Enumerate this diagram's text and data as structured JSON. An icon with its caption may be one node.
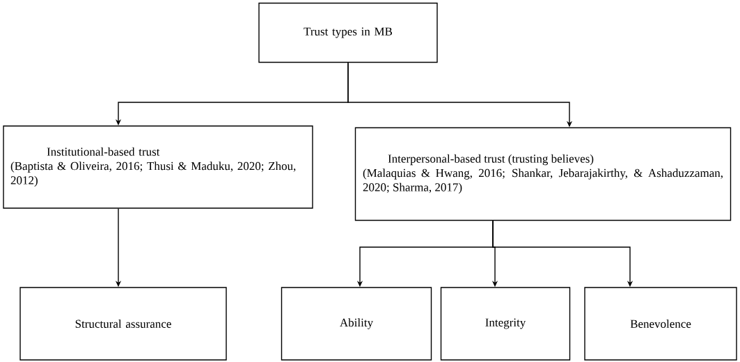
{
  "diagram": {
    "nodes": [
      {
        "text": [
          "Trust types in MB"
        ]
      },
      {
        "text": [
          "Institutional-based trust",
          "(Baptista & Oliveira, 2016; Thusi & Maduku, 2020; Zhou, 2012)"
        ]
      },
      {
        "text": [
          "Interpersonal-based trust (trusting believes)",
          "(Malaquias & Hwang, 2016; Shankar, Jebarajakirthy, & Ashaduzzaman, 2020; Sharma, 2017)"
        ]
      },
      {
        "text": [
          "Structural assurance"
        ]
      },
      {
        "text": [
          "Ability"
        ]
      },
      {
        "text": [
          "Integrity"
        ]
      },
      {
        "text": [
          "Benevolence"
        ]
      }
    ],
    "edges": [
      {
        "from": 0,
        "to": 1,
        "arrow": "to"
      },
      {
        "from": 0,
        "to": 2,
        "arrow": "to"
      },
      {
        "from": 1,
        "to": 3,
        "arrow": "to"
      },
      {
        "from": 2,
        "to": 4,
        "arrow": "to"
      },
      {
        "from": 2,
        "to": 5,
        "arrow": "to"
      },
      {
        "from": 2,
        "to": 6,
        "arrow": "to"
      }
    ]
  }
}
